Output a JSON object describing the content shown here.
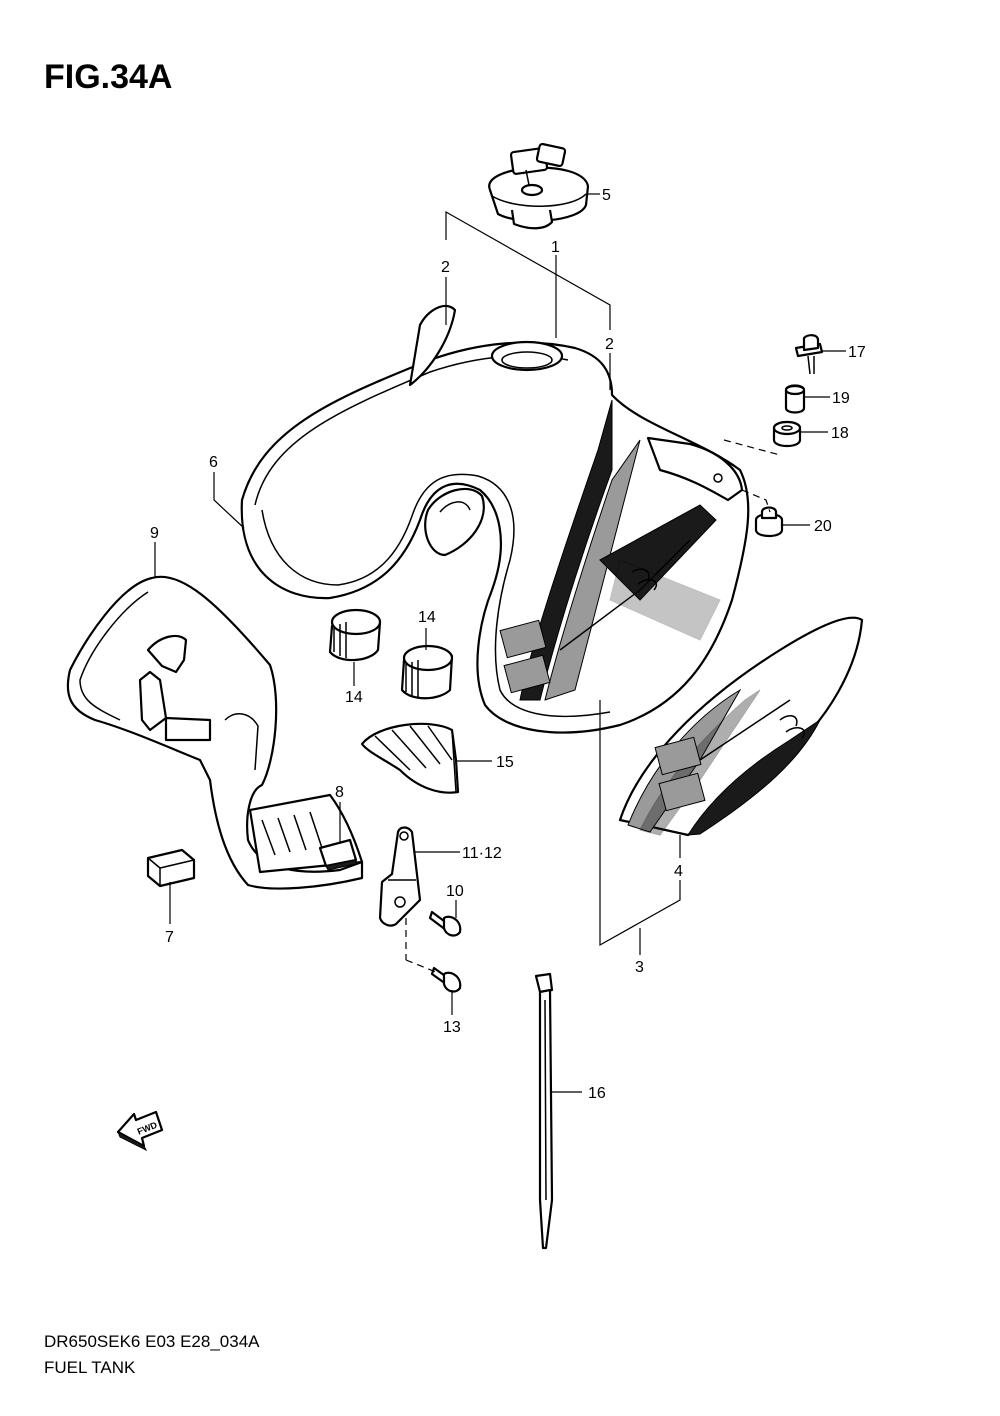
{
  "figure": {
    "title": "FIG.34A",
    "code": "DR650SEK6 E03 E28_034A",
    "name": "FUEL TANK"
  },
  "callouts": {
    "c1": "1",
    "c2a": "2",
    "c2b": "2",
    "c3": "3",
    "c4": "4",
    "c5": "5",
    "c6": "6",
    "c7": "7",
    "c8": "8",
    "c9": "9",
    "c10": "10",
    "c11_12": "11·12",
    "c13": "13",
    "c14a": "14",
    "c14b": "14",
    "c15": "15",
    "c16": "16",
    "c17": "17",
    "c18": "18",
    "c19": "19",
    "c20": "20"
  },
  "fwd_label": "FWD"
}
